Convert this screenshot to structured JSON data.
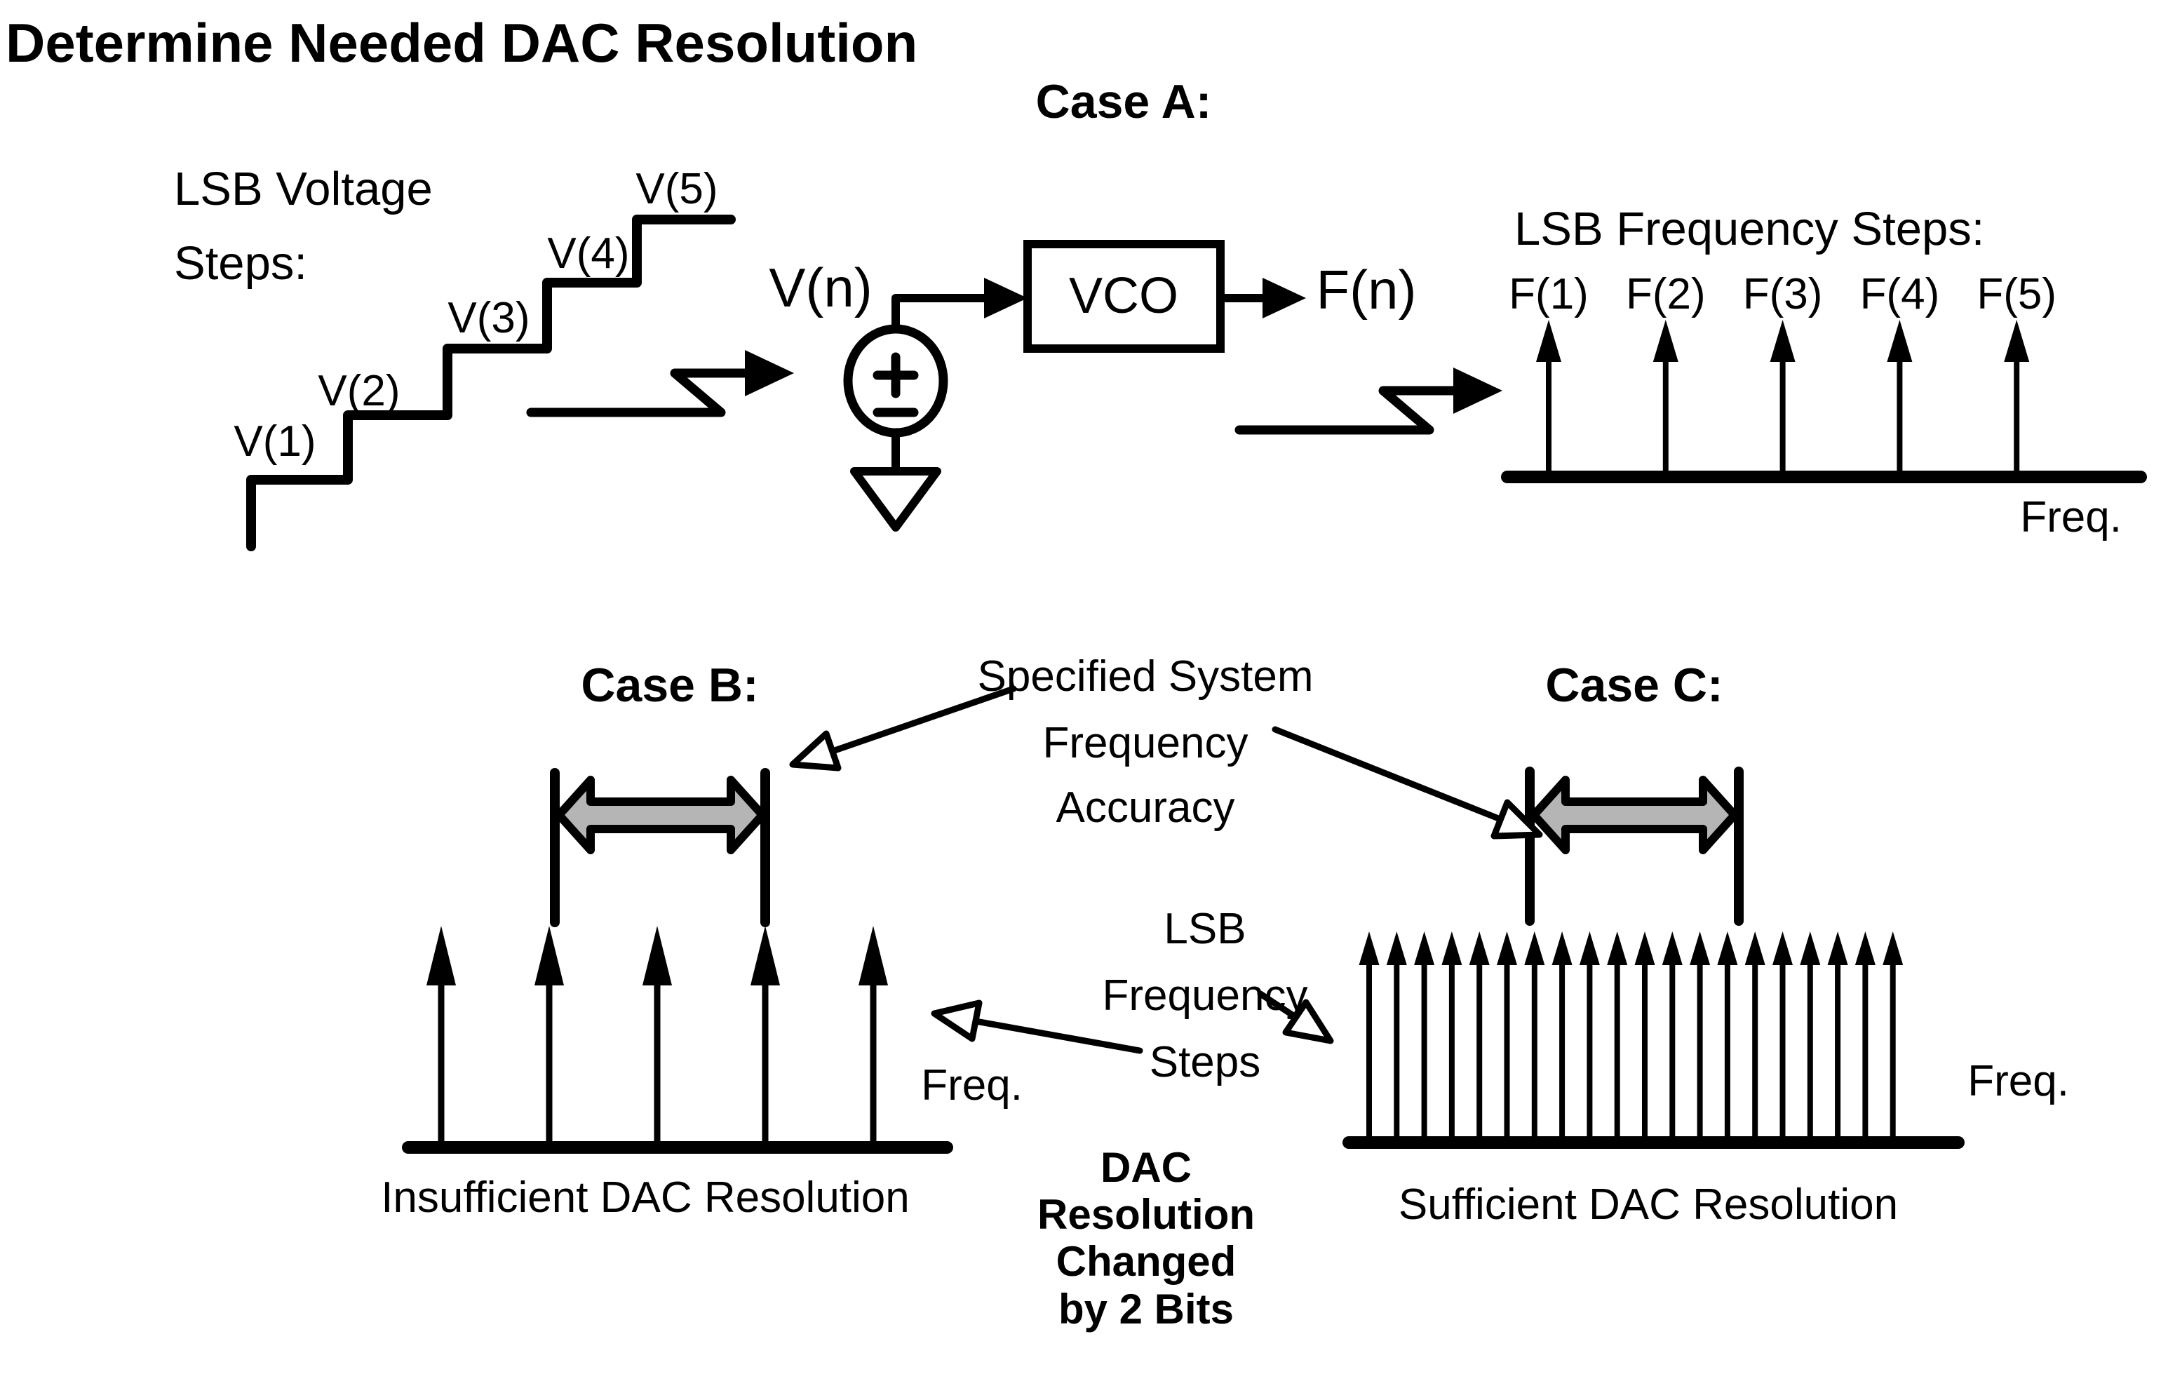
{
  "title": "Determine Needed DAC Resolution",
  "colors": {
    "ink": "#000000",
    "background": "#ffffff",
    "accuracy_arrow_fill": "#b5b5b5"
  },
  "case_a": {
    "label": "Case A:",
    "staircase": {
      "heading_line1": "LSB Voltage",
      "heading_line2": "Steps:",
      "step_labels": [
        "V(1)",
        "V(2)",
        "V(3)",
        "V(4)",
        "V(5)"
      ]
    },
    "circuit": {
      "input_label": "V(n)",
      "block_label": "VCO",
      "output_label": "F(n)"
    },
    "spectrum": {
      "heading": "LSB Frequency Steps:",
      "impulse_labels": [
        "F(1)",
        "F(2)",
        "F(3)",
        "F(4)",
        "F(5)"
      ],
      "impulse_count": 5,
      "axis_label": "Freq."
    }
  },
  "case_b": {
    "label": "Case B:",
    "impulse_count": 5,
    "axis_label": "Freq.",
    "caption": "Insufficient DAC Resolution"
  },
  "case_c": {
    "label": "Case C:",
    "impulse_count": 20,
    "axis_label": "Freq.",
    "caption": "Sufficient DAC Resolution"
  },
  "annotations": {
    "system_accuracy": {
      "line1": "Specified System",
      "line2": "Frequency",
      "line3": "Accuracy"
    },
    "lsb_steps": {
      "line1": "LSB",
      "line2": "Frequency",
      "line3": "Steps"
    },
    "resolution_change": {
      "line1": "DAC",
      "line2": "Resolution",
      "line3": "Changed",
      "line4": "by 2 Bits"
    }
  }
}
